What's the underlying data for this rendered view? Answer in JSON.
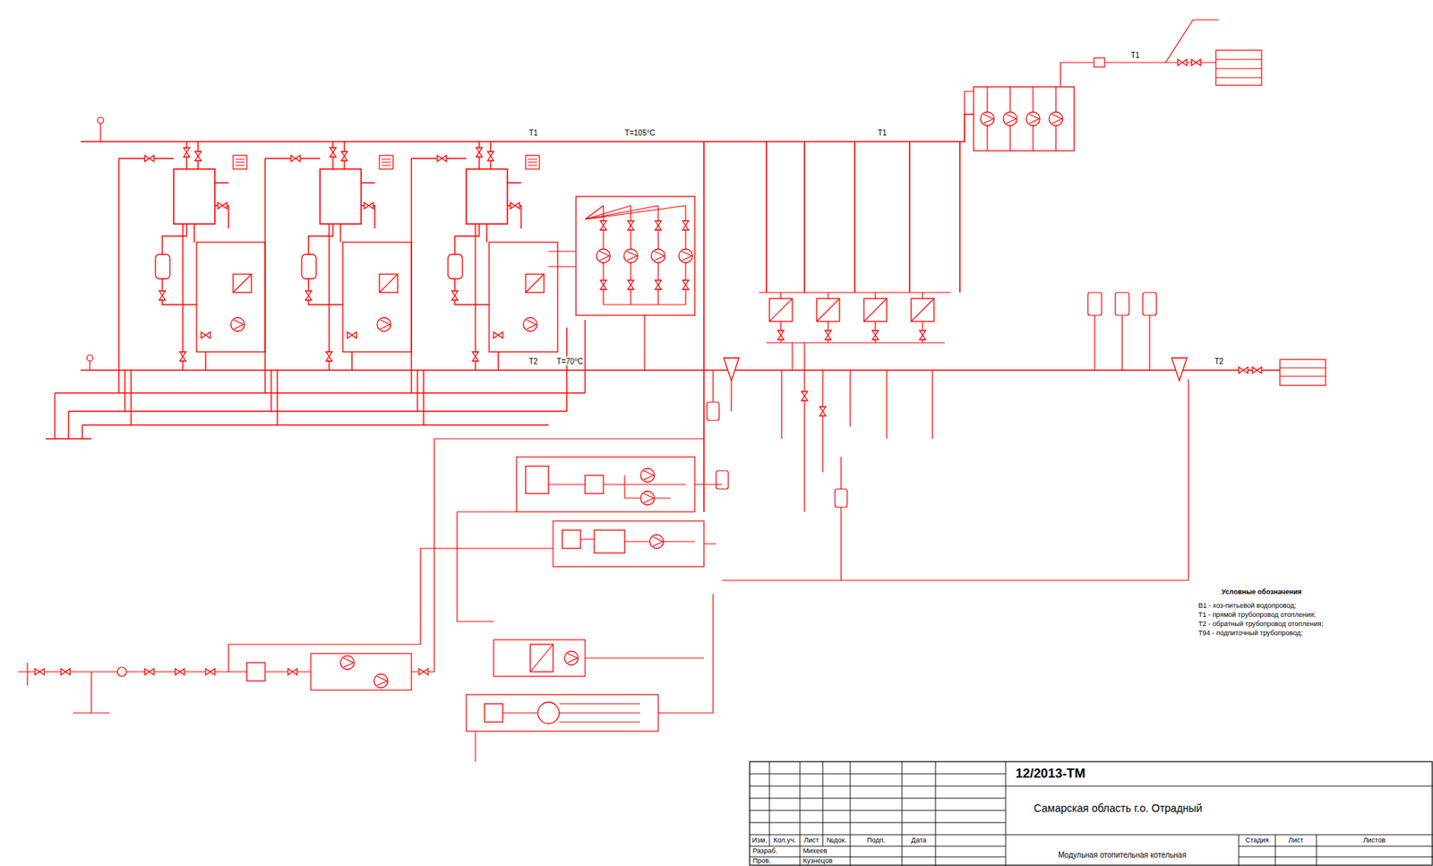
{
  "diagram": {
    "labels": [
      "Т1",
      "Т=105°С",
      "Т1",
      "Т2",
      "Т=70°С",
      "Т2",
      "Т1",
      "12/2013-ТМ",
      "Самарская область г.о. Отрадный",
      "Модульная отопительная котельная",
      "Изм.",
      "Кол.уч.",
      "Лист",
      "№док.",
      "Подп.",
      "Дата",
      "Разраб.",
      "Михеев",
      "Пров.",
      "Кузнецов",
      "Стадия",
      "Лист",
      "Листов",
      "Условные обозначения",
      "В1 - хоз-питьевой водопровод;",
      "Т1 - прямой трубопровод отопления;",
      "Т2 - обратный трубопровод отопления;",
      "Т94 - подпиточный трубопровод;"
    ]
  }
}
